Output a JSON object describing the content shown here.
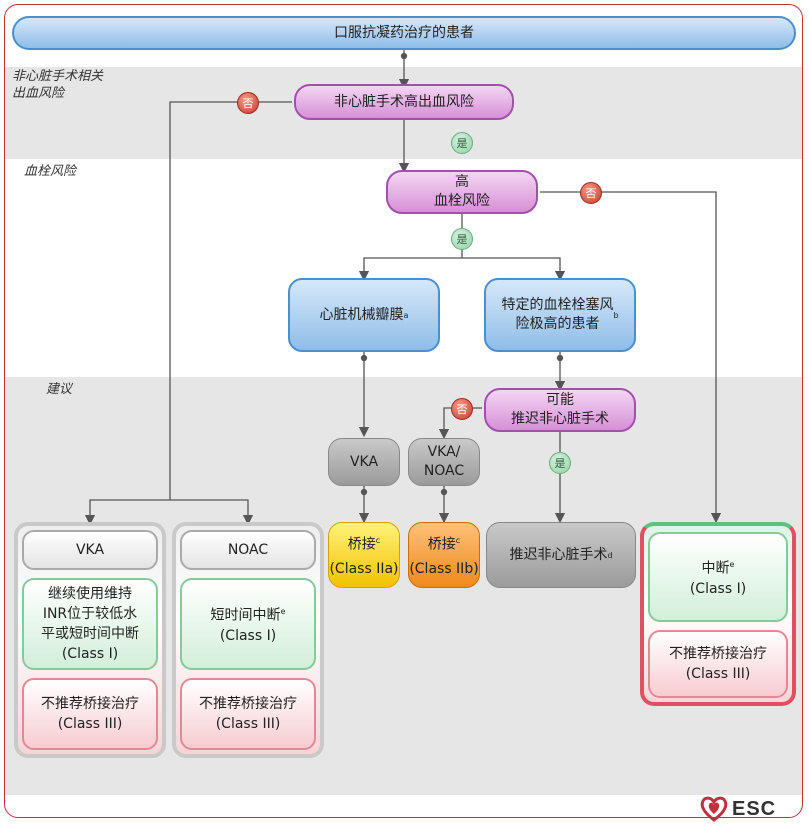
{
  "sections": {
    "bleeding": "非心脏手术相关\n出血风险",
    "thrombosis": "血栓风险",
    "recommendation": "建议"
  },
  "nodes": {
    "top": "口服抗凝药治疗的患者",
    "bleed_risk": "非心脏手术高出血风险",
    "thrombo_risk": "高\n血栓风险",
    "valve": "心脏机械瓣膜",
    "valve_sup": "a",
    "very_high": "特定的血栓栓塞风\n险极高的患者",
    "very_high_sup": "b",
    "postpone_possible": "可能\n推迟非心脏手术",
    "vka_mid": "VKA",
    "vka_noac_mid": "VKA/\nNOAC",
    "bridge_a": "桥接",
    "bridge_a_sup": "c",
    "bridge_a_class": "(Class IIa)",
    "bridge_b": "桥接",
    "bridge_b_sup": "c",
    "bridge_b_class": "(Class IIb)",
    "postpone": "推迟非心脏手术",
    "postpone_sup": "d"
  },
  "cards": {
    "vka": {
      "title": "VKA",
      "green": "继续使用维持\nINR位于较低水\n平或短时间中断\n(Class I)",
      "red": "不推荐桥接治疗\n(Class III)"
    },
    "noac": {
      "title": "NOAC",
      "green": "短时间中断",
      "green_sup": "e",
      "green_class": "(Class I)",
      "red": "不推荐桥接治疗\n(Class III)"
    },
    "interrupt": {
      "green": "中断",
      "green_sup": "e",
      "green_class": "(Class I)",
      "red": "不推荐桥接治疗\n(Class III)"
    }
  },
  "badges": {
    "no": "否",
    "yes": "是"
  },
  "logo": {
    "text": "ESC"
  },
  "colors": {
    "frame": "#c0313f",
    "blue": "#4a8fd0",
    "purple": "#a24fae",
    "green": "#3fb36b",
    "red": "#d23b4b"
  }
}
